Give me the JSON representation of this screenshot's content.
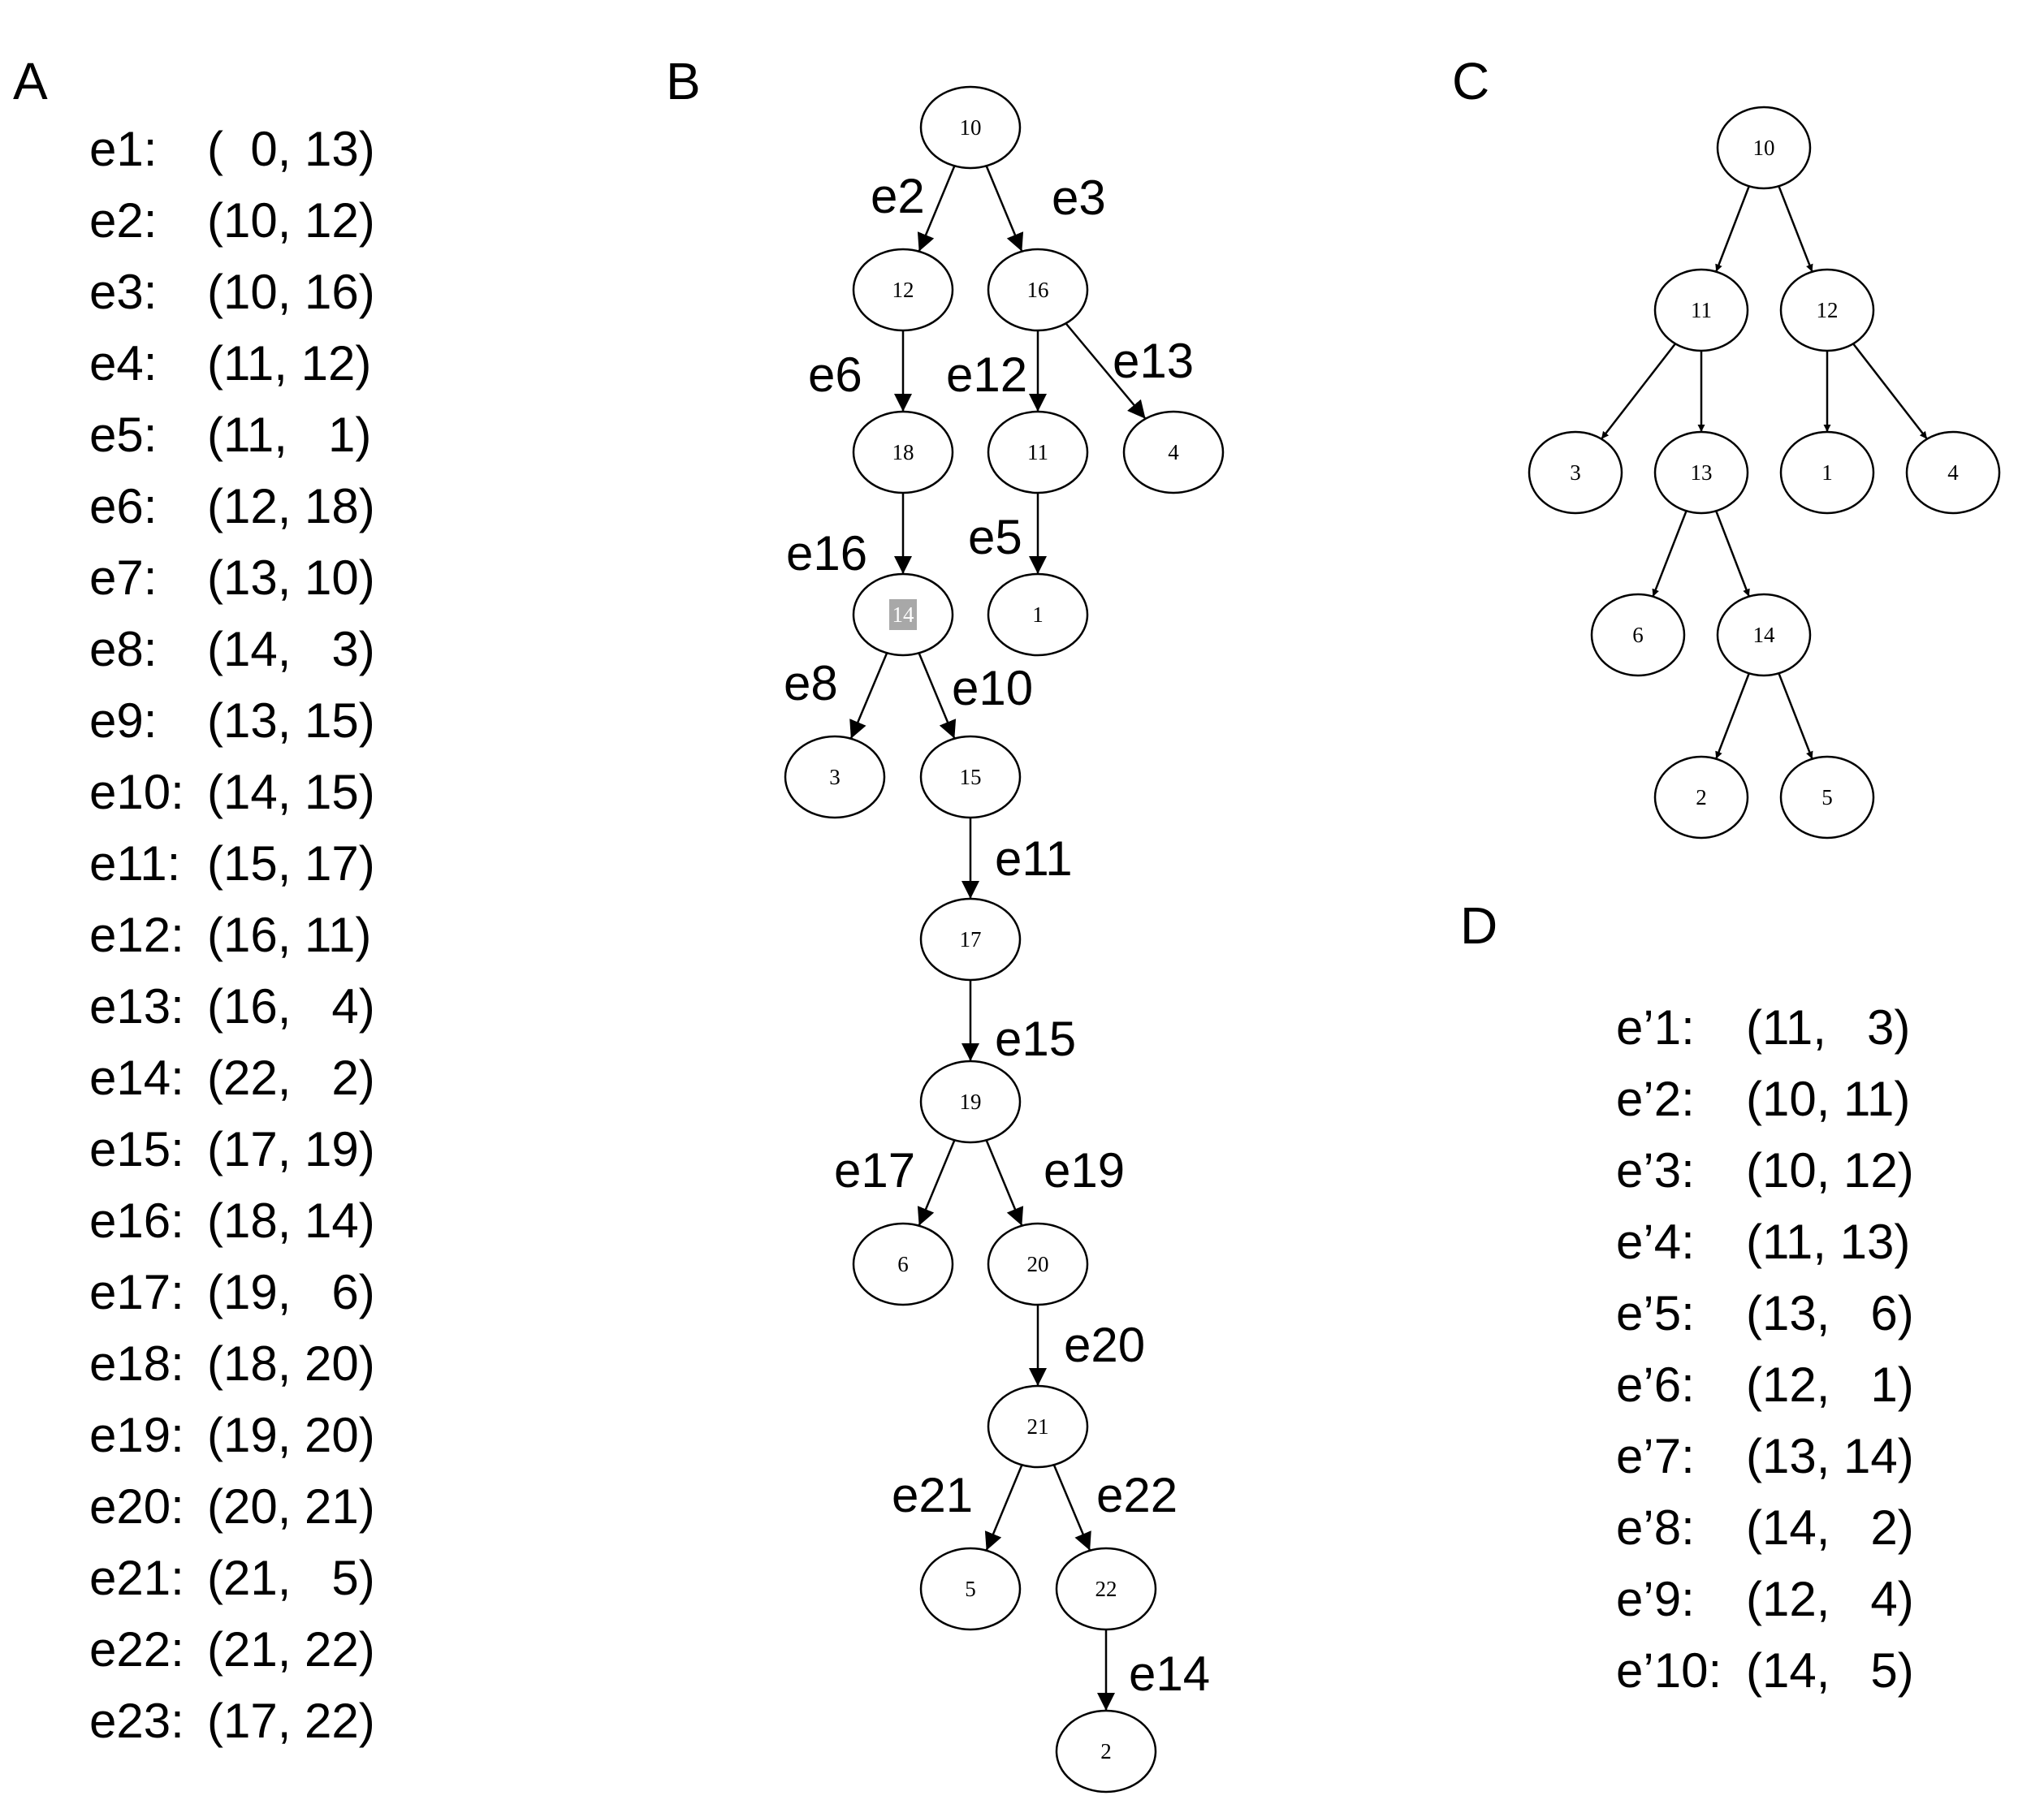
{
  "panels": {
    "a": {
      "letter": "A"
    },
    "b": {
      "letter": "B"
    },
    "c": {
      "letter": "C"
    },
    "d": {
      "letter": "D"
    }
  },
  "edge_list_a": [
    {
      "id": "e1:",
      "pair": "(  0, 13)"
    },
    {
      "id": "e2:",
      "pair": "(10, 12)"
    },
    {
      "id": "e3:",
      "pair": "(10, 16)"
    },
    {
      "id": "e4:",
      "pair": "(11, 12)"
    },
    {
      "id": "e5:",
      "pair": "(11,   1)"
    },
    {
      "id": "e6:",
      "pair": "(12, 18)"
    },
    {
      "id": "e7:",
      "pair": "(13, 10)"
    },
    {
      "id": "e8:",
      "pair": "(14,   3)"
    },
    {
      "id": "e9:",
      "pair": "(13, 15)"
    },
    {
      "id": "e10:",
      "pair": "(14, 15)"
    },
    {
      "id": "e11:",
      "pair": "(15, 17)"
    },
    {
      "id": "e12:",
      "pair": "(16, 11)"
    },
    {
      "id": "e13:",
      "pair": "(16,   4)"
    },
    {
      "id": "e14:",
      "pair": "(22,   2)"
    },
    {
      "id": "e15:",
      "pair": "(17, 19)"
    },
    {
      "id": "e16:",
      "pair": "(18, 14)"
    },
    {
      "id": "e17:",
      "pair": "(19,   6)"
    },
    {
      "id": "e18:",
      "pair": "(18, 20)"
    },
    {
      "id": "e19:",
      "pair": "(19, 20)"
    },
    {
      "id": "e20:",
      "pair": "(20, 21)"
    },
    {
      "id": "e21:",
      "pair": "(21,   5)"
    },
    {
      "id": "e22:",
      "pair": "(21, 22)"
    },
    {
      "id": "e23:",
      "pair": "(17, 22)"
    }
  ],
  "edge_list_d": [
    {
      "id": "e’1:",
      "pair": "(11,   3)"
    },
    {
      "id": "e’2:",
      "pair": "(10, 11)"
    },
    {
      "id": "e’3:",
      "pair": "(10, 12)"
    },
    {
      "id": "e’4:",
      "pair": "(11, 13)"
    },
    {
      "id": "e’5:",
      "pair": "(13,   6)"
    },
    {
      "id": "e’6:",
      "pair": "(12,   1)"
    },
    {
      "id": "e’7:",
      "pair": "(13, 14)"
    },
    {
      "id": "e’8:",
      "pair": "(14,   2)"
    },
    {
      "id": "e’9:",
      "pair": "(12,   4)"
    },
    {
      "id": "e’10:",
      "pair": "(14,   5)"
    }
  ],
  "tree_b": {
    "nodes": [
      "10",
      "12",
      "16",
      "18",
      "11",
      "4",
      "14",
      "1",
      "3",
      "15",
      "17",
      "19",
      "6",
      "20",
      "21",
      "5",
      "22",
      "2"
    ],
    "highlighted_node": "14",
    "edges": [
      {
        "from": "10",
        "to": "12",
        "label": "e2"
      },
      {
        "from": "10",
        "to": "16",
        "label": "e3"
      },
      {
        "from": "12",
        "to": "18",
        "label": "e6"
      },
      {
        "from": "16",
        "to": "11",
        "label": "e12"
      },
      {
        "from": "16",
        "to": "4",
        "label": "e13"
      },
      {
        "from": "18",
        "to": "14",
        "label": "e16"
      },
      {
        "from": "11",
        "to": "1",
        "label": "e5"
      },
      {
        "from": "14",
        "to": "3",
        "label": "e8"
      },
      {
        "from": "14",
        "to": "15",
        "label": "e10"
      },
      {
        "from": "15",
        "to": "17",
        "label": "e11"
      },
      {
        "from": "17",
        "to": "19",
        "label": "e15"
      },
      {
        "from": "19",
        "to": "6",
        "label": "e17"
      },
      {
        "from": "19",
        "to": "20",
        "label": "e19"
      },
      {
        "from": "20",
        "to": "21",
        "label": "e20"
      },
      {
        "from": "21",
        "to": "5",
        "label": "e21"
      },
      {
        "from": "21",
        "to": "22",
        "label": "e22"
      },
      {
        "from": "22",
        "to": "2",
        "label": "e14"
      }
    ]
  },
  "tree_c": {
    "nodes": [
      "10",
      "11",
      "12",
      "3",
      "13",
      "1",
      "4",
      "6",
      "14",
      "2",
      "5"
    ],
    "edges": [
      {
        "from": "10",
        "to": "11"
      },
      {
        "from": "10",
        "to": "12"
      },
      {
        "from": "11",
        "to": "3"
      },
      {
        "from": "11",
        "to": "13"
      },
      {
        "from": "12",
        "to": "1"
      },
      {
        "from": "12",
        "to": "4"
      },
      {
        "from": "13",
        "to": "6"
      },
      {
        "from": "13",
        "to": "14"
      },
      {
        "from": "14",
        "to": "2"
      },
      {
        "from": "14",
        "to": "5"
      }
    ]
  }
}
